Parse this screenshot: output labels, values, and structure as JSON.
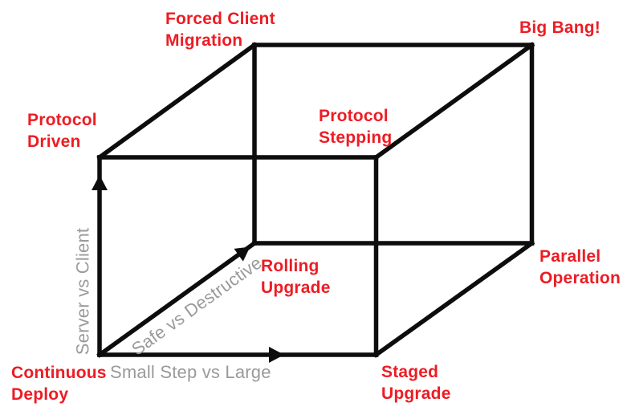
{
  "diagram": {
    "type": "3d-cube-with-axes",
    "colors": {
      "label_red": "#ed1c24",
      "axis_gray": "#9a9a9a",
      "line_black": "#0d0d0d"
    },
    "corner_labels": {
      "back_top_left": "Forced Client\nMigration",
      "back_top_right": "Big Bang!",
      "front_top_left": "Protocol\nDriven",
      "front_top_right": "Protocol\nStepping",
      "back_bottom_left": "Rolling\nUpgrade",
      "back_bottom_right": "Parallel\nOperation",
      "front_bottom_left": "Continuous\nDeploy",
      "front_bottom_right": "Staged\nUpgrade"
    },
    "axes": {
      "vertical_label": "Server vs Client",
      "depth_label": "Safe vs Destructive",
      "horizontal_label": "Small Step vs Large"
    }
  }
}
